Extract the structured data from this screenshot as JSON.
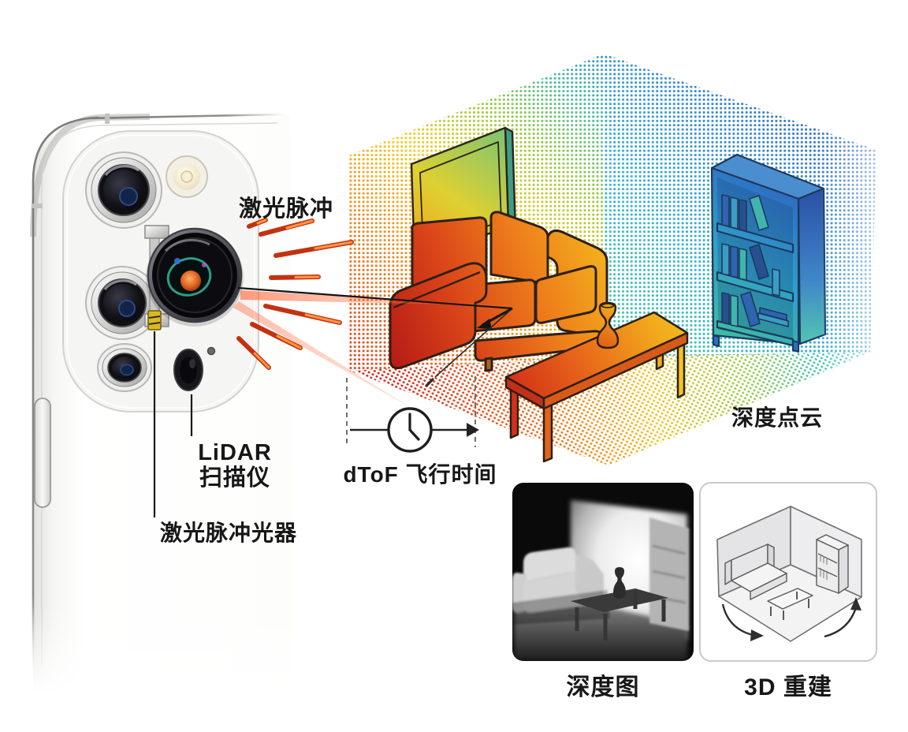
{
  "labels": {
    "laser_pulse": "激光脉冲",
    "lidar_line1": "LiDAR",
    "lidar_line2": "扫描仪",
    "laser_emitter": "激光脉冲光器",
    "tof": "dToF 飞行时间",
    "point_cloud": "深度点云",
    "depth_map": "深度图",
    "reconstruction": "3D 重建"
  },
  "icons": {
    "clock": "clock-icon",
    "rotate_left": "rotate-arrow-left-icon",
    "rotate_right": "rotate-arrow-right-icon",
    "laser_streaks": "laser-pulse-streaks-icon"
  },
  "palette": {
    "depth_near": "#d92318",
    "depth_warm": "#ee7e1b",
    "depth_mid": "#f4c41a",
    "depth_green": "#8fc93c",
    "depth_teal": "#35b8a8",
    "depth_far": "#2e55b0",
    "laser": "#e8491f",
    "ink": "#1a1a1a",
    "phone_silver": "#e8e8e6",
    "panel_black": "#0a0a0a"
  }
}
